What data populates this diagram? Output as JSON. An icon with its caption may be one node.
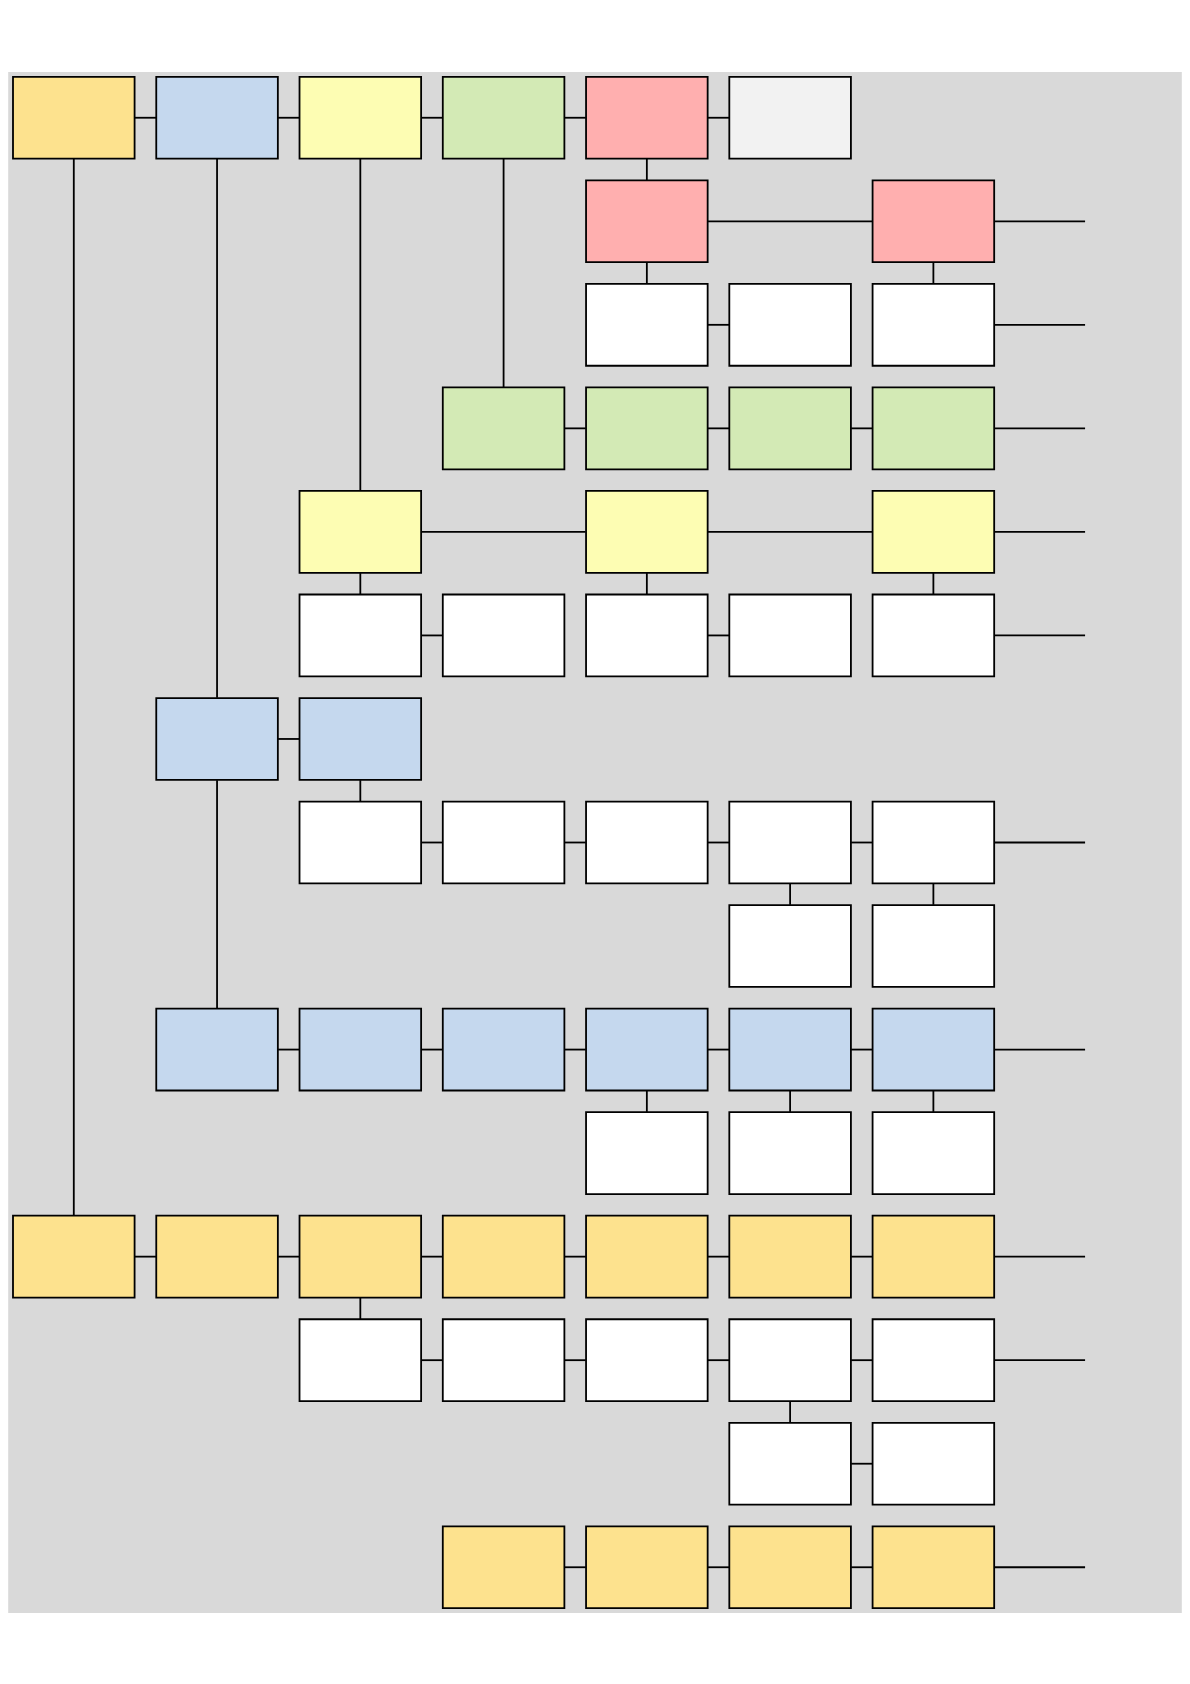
{
  "diagram": {
    "nodes": [
      {
        "text": [],
        "shape": "box"
      },
      {
        "text": [],
        "shape": "box"
      },
      {
        "text": [],
        "shape": "box"
      },
      {
        "text": [],
        "shape": "box"
      },
      {
        "text": [],
        "shape": "box"
      },
      {
        "text": [],
        "shape": "box"
      },
      {
        "text": [],
        "shape": "box"
      },
      {
        "text": [],
        "shape": "box"
      },
      {
        "text": [],
        "shape": "box"
      },
      {
        "text": [],
        "shape": "box"
      },
      {
        "text": [],
        "shape": "box"
      },
      {
        "text": [],
        "shape": "box"
      },
      {
        "text": [],
        "shape": "box"
      },
      {
        "text": [],
        "shape": "box"
      },
      {
        "text": [],
        "shape": "box"
      },
      {
        "text": [],
        "shape": "box"
      },
      {
        "text": [],
        "shape": "box"
      },
      {
        "text": [],
        "shape": "box"
      },
      {
        "text": [],
        "shape": "box"
      },
      {
        "text": [],
        "shape": "box"
      },
      {
        "text": [],
        "shape": "box"
      },
      {
        "text": [],
        "shape": "box"
      },
      {
        "text": [],
        "shape": "box"
      },
      {
        "text": [],
        "shape": "box"
      },
      {
        "text": [],
        "shape": "box"
      },
      {
        "text": [],
        "shape": "box"
      },
      {
        "text": [],
        "shape": "box"
      },
      {
        "text": [],
        "shape": "box"
      },
      {
        "text": [],
        "shape": "box"
      },
      {
        "text": [],
        "shape": "box"
      },
      {
        "text": [],
        "shape": "box"
      },
      {
        "text": [],
        "shape": "box"
      },
      {
        "text": [],
        "shape": "box"
      },
      {
        "text": [],
        "shape": "box"
      },
      {
        "text": [],
        "shape": "box"
      },
      {
        "text": [],
        "shape": "box"
      },
      {
        "text": [],
        "shape": "box"
      },
      {
        "text": [],
        "shape": "box"
      },
      {
        "text": [],
        "shape": "box"
      },
      {
        "text": [],
        "shape": "box"
      },
      {
        "text": [],
        "shape": "box"
      },
      {
        "text": [],
        "shape": "box"
      },
      {
        "text": [],
        "shape": "box"
      },
      {
        "text": [],
        "shape": "box"
      },
      {
        "text": [],
        "shape": "box"
      },
      {
        "text": [],
        "shape": "box"
      },
      {
        "text": [],
        "shape": "box"
      },
      {
        "text": [],
        "shape": "box"
      },
      {
        "text": [],
        "shape": "box"
      },
      {
        "text": [],
        "shape": "box"
      },
      {
        "text": [],
        "shape": "box"
      },
      {
        "text": [],
        "shape": "box"
      },
      {
        "text": [],
        "shape": "box"
      },
      {
        "text": [],
        "shape": "box"
      },
      {
        "text": [],
        "shape": "box"
      },
      {
        "text": [],
        "shape": "box"
      },
      {
        "text": [],
        "shape": "box"
      },
      {
        "text": [],
        "shape": "box"
      },
      {
        "text": [],
        "shape": "box"
      }
    ],
    "edges": [
      {
        "from": 0,
        "to": 1,
        "arrow": "none"
      },
      {
        "from": 1,
        "to": 2,
        "arrow": "none"
      },
      {
        "from": 2,
        "to": 3,
        "arrow": "none"
      },
      {
        "from": 3,
        "to": 4,
        "arrow": "none"
      },
      {
        "from": 4,
        "to": 5,
        "arrow": "none"
      },
      {
        "from": 4,
        "to": 6,
        "arrow": "none"
      },
      {
        "from": 6,
        "to": 7,
        "arrow": "none"
      },
      {
        "from": 7,
        "to": null,
        "arrow": "none"
      },
      {
        "from": 6,
        "to": 8,
        "arrow": "none"
      },
      {
        "from": 8,
        "to": 9,
        "arrow": "none"
      },
      {
        "from": 7,
        "to": 10,
        "arrow": "none"
      },
      {
        "from": 10,
        "to": null,
        "arrow": "none"
      },
      {
        "from": 3,
        "to": 11,
        "arrow": "none"
      },
      {
        "from": 11,
        "to": 12,
        "arrow": "none"
      },
      {
        "from": 12,
        "to": 13,
        "arrow": "none"
      },
      {
        "from": 13,
        "to": 14,
        "arrow": "none"
      },
      {
        "from": 14,
        "to": null,
        "arrow": "none"
      },
      {
        "from": 2,
        "to": 15,
        "arrow": "none"
      },
      {
        "from": 15,
        "to": 16,
        "arrow": "none"
      },
      {
        "from": 16,
        "to": 17,
        "arrow": "none"
      },
      {
        "from": 17,
        "to": null,
        "arrow": "none"
      },
      {
        "from": 15,
        "to": 18,
        "arrow": "none"
      },
      {
        "from": 18,
        "to": 19,
        "arrow": "none"
      },
      {
        "from": 16,
        "to": 20,
        "arrow": "none"
      },
      {
        "from": 20,
        "to": 21,
        "arrow": "none"
      },
      {
        "from": 17,
        "to": 22,
        "arrow": "none"
      },
      {
        "from": 22,
        "to": null,
        "arrow": "none"
      },
      {
        "from": 1,
        "to": 23,
        "arrow": "none"
      },
      {
        "from": 23,
        "to": 24,
        "arrow": "none"
      },
      {
        "from": 24,
        "to": 25,
        "arrow": "none"
      },
      {
        "from": 25,
        "to": 26,
        "arrow": "none"
      },
      {
        "from": 26,
        "to": 27,
        "arrow": "none"
      },
      {
        "from": 27,
        "to": 28,
        "arrow": "none"
      },
      {
        "from": 28,
        "to": 29,
        "arrow": "none"
      },
      {
        "from": 29,
        "to": null,
        "arrow": "none"
      },
      {
        "from": 28,
        "to": 30,
        "arrow": "none"
      },
      {
        "from": 29,
        "to": 31,
        "arrow": "none"
      },
      {
        "from": 23,
        "to": 32,
        "arrow": "none"
      },
      {
        "from": 32,
        "to": 33,
        "arrow": "none"
      },
      {
        "from": 33,
        "to": 34,
        "arrow": "none"
      },
      {
        "from": 34,
        "to": 35,
        "arrow": "none"
      },
      {
        "from": 35,
        "to": 36,
        "arrow": "none"
      },
      {
        "from": 36,
        "to": 37,
        "arrow": "none"
      },
      {
        "from": 37,
        "to": null,
        "arrow": "none"
      },
      {
        "from": 35,
        "to": 38,
        "arrow": "none"
      },
      {
        "from": 36,
        "to": 39,
        "arrow": "none"
      },
      {
        "from": 37,
        "to": 40,
        "arrow": "none"
      },
      {
        "from": 0,
        "to": 41,
        "arrow": "none"
      },
      {
        "from": 41,
        "to": 42,
        "arrow": "none"
      },
      {
        "from": 42,
        "to": 43,
        "arrow": "none"
      },
      {
        "from": 43,
        "to": 44,
        "arrow": "none"
      },
      {
        "from": 44,
        "to": 45,
        "arrow": "none"
      },
      {
        "from": 45,
        "to": 46,
        "arrow": "none"
      },
      {
        "from": 46,
        "to": 47,
        "arrow": "none"
      },
      {
        "from": 47,
        "to": null,
        "arrow": "none"
      },
      {
        "from": 43,
        "to": 48,
        "arrow": "none"
      },
      {
        "from": 48,
        "to": 49,
        "arrow": "none"
      },
      {
        "from": 49,
        "to": 50,
        "arrow": "none"
      },
      {
        "from": 50,
        "to": 51,
        "arrow": "none"
      },
      {
        "from": 51,
        "to": 52,
        "arrow": "none"
      },
      {
        "from": 52,
        "to": null,
        "arrow": "none"
      },
      {
        "from": 51,
        "to": 53,
        "arrow": "none"
      },
      {
        "from": 53,
        "to": 54,
        "arrow": "none"
      },
      {
        "from": 55,
        "to": 56,
        "arrow": "none"
      },
      {
        "from": 56,
        "to": 57,
        "arrow": "none"
      },
      {
        "from": 57,
        "to": 58,
        "arrow": "none"
      },
      {
        "from": 58,
        "to": null,
        "arrow": "none"
      }
    ]
  }
}
